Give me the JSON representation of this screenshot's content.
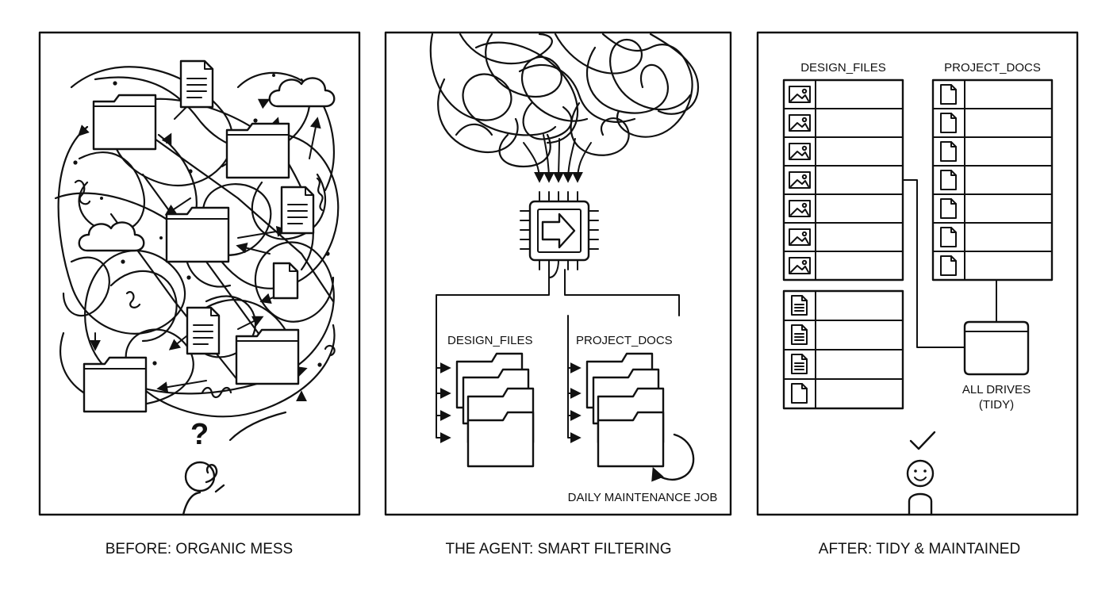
{
  "panels": [
    {
      "caption": "BEFORE: ORGANIC MESS",
      "question_mark": "?"
    },
    {
      "caption": "THE AGENT: SMART FILTERING",
      "folder_labels": [
        "DESIGN_FILES",
        "PROJECT_DOCS"
      ],
      "job_label": "DAILY MAINTENANCE JOB"
    },
    {
      "caption": "AFTER: TIDY & MAINTAINED",
      "column_labels": [
        "DESIGN_FILES",
        "PROJECT_DOCS"
      ],
      "drive_label_line1": "ALL DRIVES",
      "drive_label_line2": "(TIDY)"
    }
  ],
  "icons": {
    "chip": "chip-arrow-icon",
    "folder": "folder-icon",
    "document": "document-icon",
    "cloud": "cloud-icon",
    "image": "image-icon",
    "person_confused": "confused-person-icon",
    "person_happy": "happy-person-icon",
    "checkmark": "checkmark-icon",
    "cycle": "cycle-arrow-icon"
  }
}
